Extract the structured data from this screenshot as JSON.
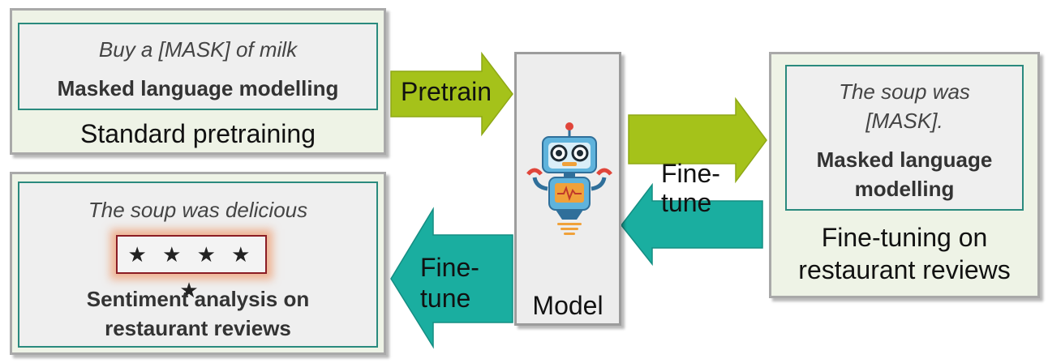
{
  "standard": {
    "example": "Buy a [MASK] of milk",
    "task": "Masked language modelling",
    "caption": "Standard pretraining"
  },
  "sentiment": {
    "example": "The soup was delicious",
    "stars": "★ ★ ★ ★ ★",
    "task_line1": "Sentiment analysis on",
    "task_line2": "restaurant reviews"
  },
  "finetune_mlm": {
    "example_line1": "The soup was",
    "example_line2": "[MASK].",
    "task_line1": "Masked language",
    "task_line2": "modelling",
    "caption_line1": "Fine-tuning on",
    "caption_line2": "restaurant reviews"
  },
  "arrows": {
    "pretrain": "Pretrain",
    "finetune_right_line1": "Fine-",
    "finetune_right_line2": "tune",
    "finetune_left_line1": "Fine-",
    "finetune_left_line2": "tune"
  },
  "model": {
    "label": "Model",
    "icon": "robot-icon"
  },
  "colors": {
    "green_arrow": "#a5c21a",
    "teal_arrow": "#1aaea0",
    "panel_bg": "#eef3e6",
    "inner_border": "#2a8a7e",
    "star_glow": "#ee8246"
  }
}
